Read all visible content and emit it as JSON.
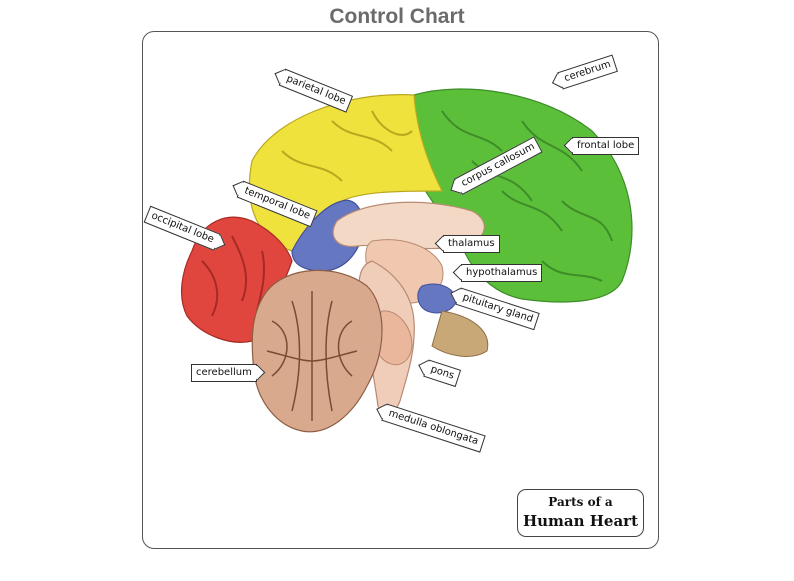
{
  "title": "Control Chart",
  "badge": {
    "line1": "Parts of a",
    "line2": "Human Heart"
  },
  "labels": {
    "cerebrum": "cerebrum",
    "parietal_lobe": "parietal lobe",
    "frontal_lobe": "frontal lobe",
    "corpus_callosum": "corpus callosum",
    "temporal_lobe": "temporal lobe",
    "occipital_lobe": "occipital lobe",
    "thalamus": "thalamus",
    "hypothalamus": "hypothalamus",
    "pituitary_gland": "pituitary gland",
    "cerebellum": "cerebellum",
    "pons": "pons",
    "medulla_oblongata": "medulla oblongata"
  },
  "colors": {
    "frontal": "#5cbf3a",
    "parietal": "#f0e23c",
    "temporal": "#6677c2",
    "occipital": "#e0463e",
    "inner_tissue": "#f3d8c6",
    "cerebellum": "#d9a98e"
  }
}
